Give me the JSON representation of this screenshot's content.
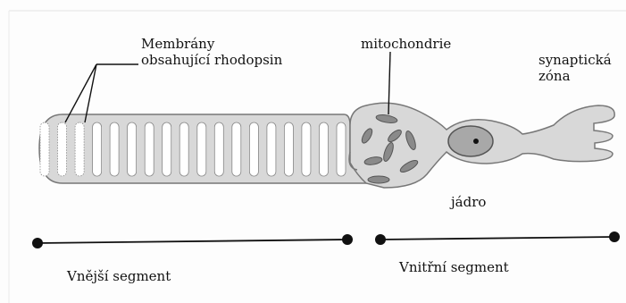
{
  "diagram": {
    "labels": {
      "membranes": "Membrány obsahující rhodopsin",
      "mitochondria": "mitochondrie",
      "synaptic_zone": "synaptická zóna",
      "nucleus": "jádro",
      "outer_segment": "Vnější segment",
      "inner_segment": "Vnitřní segment"
    },
    "outer_segment_disc_count": 18,
    "colors": {
      "cell_fill": "#d8d8d8",
      "cell_stroke": "#777777",
      "nucleus_fill": "#a8a8a8",
      "mito_fill": "#8a8a8a",
      "line": "#111111",
      "background": "#fdfdfd"
    }
  }
}
